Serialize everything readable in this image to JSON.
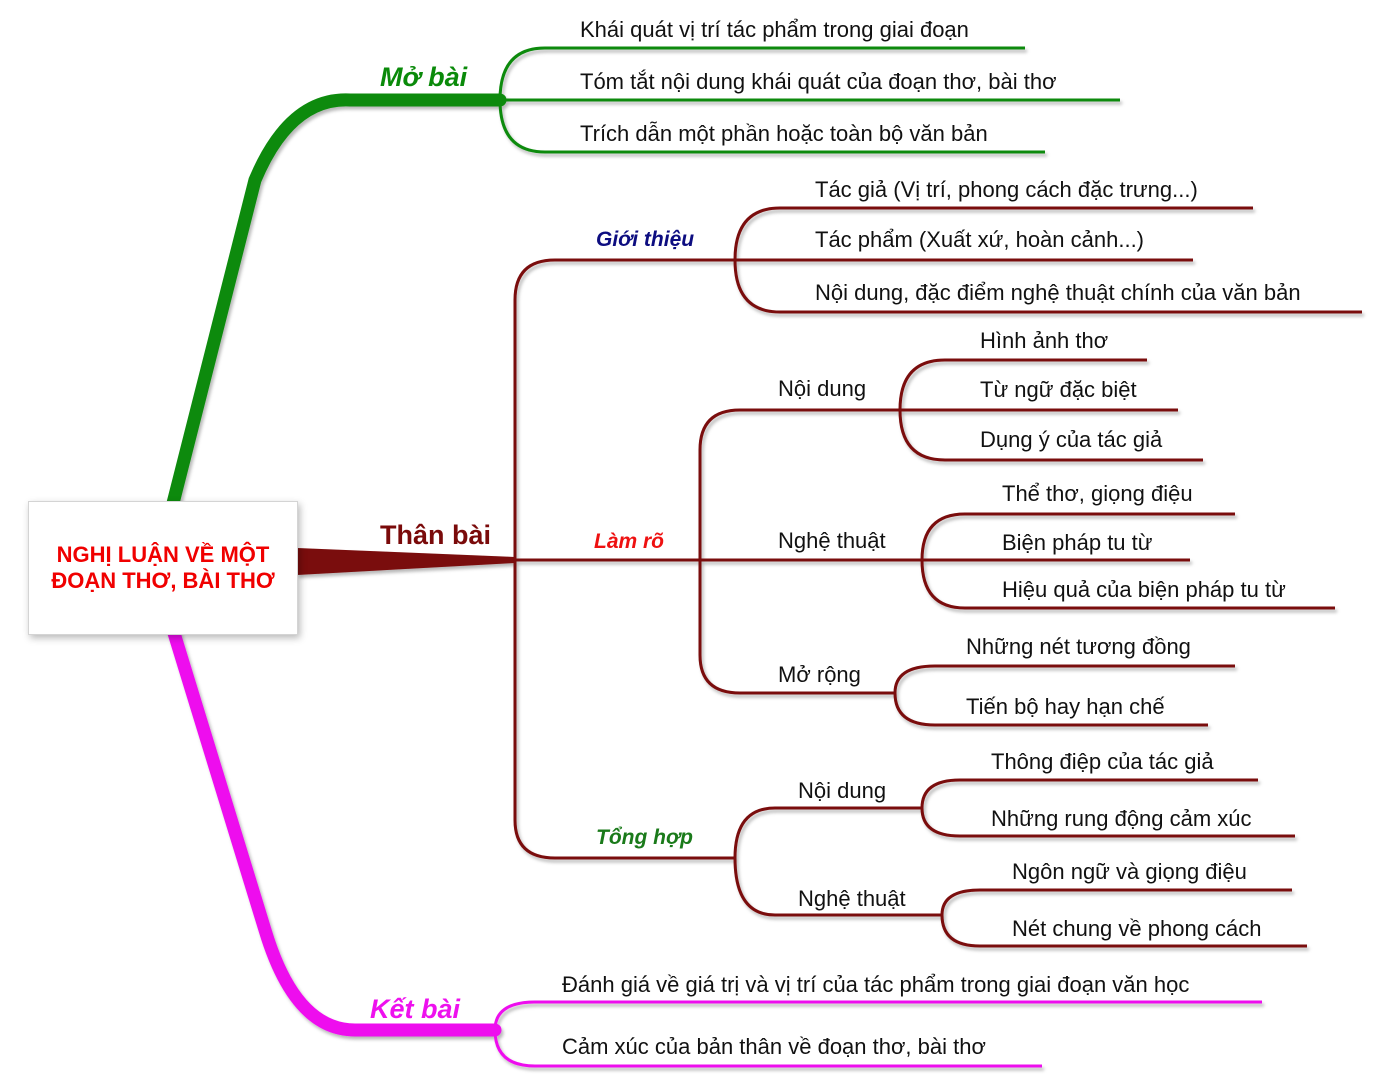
{
  "central": {
    "line1": "NGHỊ LUẬN VỀ MỘT",
    "line2": "ĐOẠN THƠ, BÀI THƠ"
  },
  "colors": {
    "mo_bai": "#0a8a0a",
    "than_bai": "#7a0a0a",
    "ket_bai": "#ee10ee",
    "gioi_thieu": "#0d0d80",
    "lam_ro": "#ee1111",
    "tong_hop": "#1a7a1a",
    "text": "#111111"
  },
  "mo_bai": {
    "label": "Mở bài",
    "items": [
      "Khái quát vị trí tác phẩm trong giai đoạn",
      "Tóm tắt nội dung khái quát của đoạn thơ, bài thơ",
      "Trích dẫn một phần hoặc toàn bộ văn bản"
    ]
  },
  "than_bai": {
    "label": "Thân bài",
    "gioi_thieu": {
      "label": "Giới thiệu",
      "items": [
        "Tác giả (Vị trí, phong cách đặc trưng...)",
        "Tác phẩm (Xuất xứ, hoàn cảnh...)",
        "Nội dung, đặc điểm nghệ thuật chính của văn bản"
      ]
    },
    "lam_ro": {
      "label": "Làm rõ",
      "noi_dung": {
        "label": "Nội dung",
        "items": [
          "Hình ảnh thơ",
          "Từ ngữ đặc biệt",
          "Dụng ý của tác giả"
        ]
      },
      "nghe_thuat": {
        "label": "Nghệ thuật",
        "items": [
          "Thể thơ, giọng điệu",
          "Biện pháp tu từ",
          "Hiệu quả của biện pháp tu từ"
        ]
      },
      "mo_rong": {
        "label": "Mở rộng",
        "items": [
          "Những nét tương đồng",
          "Tiến bộ hay hạn chế"
        ]
      }
    },
    "tong_hop": {
      "label": "Tổng hợp",
      "noi_dung": {
        "label": "Nội dung",
        "items": [
          "Thông điệp của tác giả",
          "Những rung động cảm xúc"
        ]
      },
      "nghe_thuat": {
        "label": "Nghệ thuật",
        "items": [
          "Ngôn ngữ và giọng điệu",
          "Nét chung về phong cách"
        ]
      }
    }
  },
  "ket_bai": {
    "label": "Kết bài",
    "items": [
      "Đánh giá về giá trị và vị trí của tác phẩm trong giai đoạn văn học",
      "Cảm xúc của bản thân về đoạn thơ, bài thơ"
    ]
  }
}
